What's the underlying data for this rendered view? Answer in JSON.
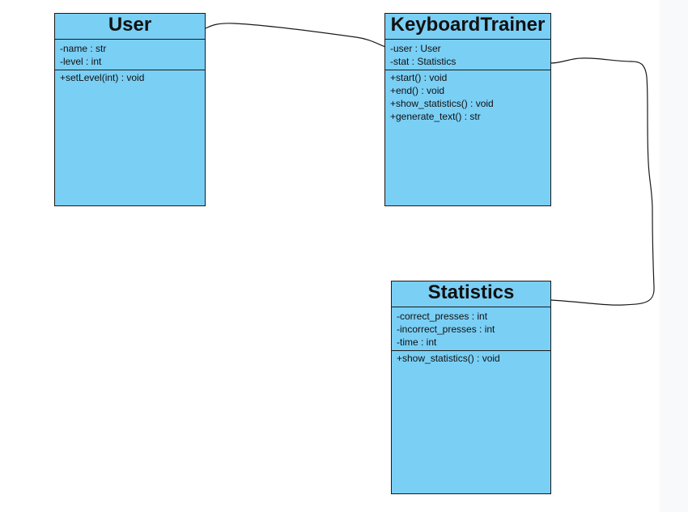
{
  "diagram": {
    "classes": [
      {
        "name": "User",
        "attributes": [
          "-name : str",
          "-level : int"
        ],
        "methods": [
          "+setLevel(int) : void"
        ]
      },
      {
        "name": "KeyboardTrainer",
        "attributes": [
          "-user : User",
          "-stat : Statistics"
        ],
        "methods": [
          "+start() : void",
          "+end() : void",
          "+show_statistics() : void",
          "+generate_text() : str"
        ]
      },
      {
        "name": "Statistics",
        "attributes": [
          "-correct_presses : int",
          "-incorrect_presses : int",
          "-time : int"
        ],
        "methods": [
          "+show_statistics() : void"
        ]
      }
    ],
    "associations": [
      {
        "from": "User",
        "to": "KeyboardTrainer"
      },
      {
        "from": "KeyboardTrainer",
        "to": "Statistics"
      }
    ],
    "colors": {
      "class_fill": "#7acff5",
      "border": "#1a1a1a",
      "text": "#111111",
      "background": "#ffffff",
      "side_panel": "#f8f9fa"
    }
  }
}
